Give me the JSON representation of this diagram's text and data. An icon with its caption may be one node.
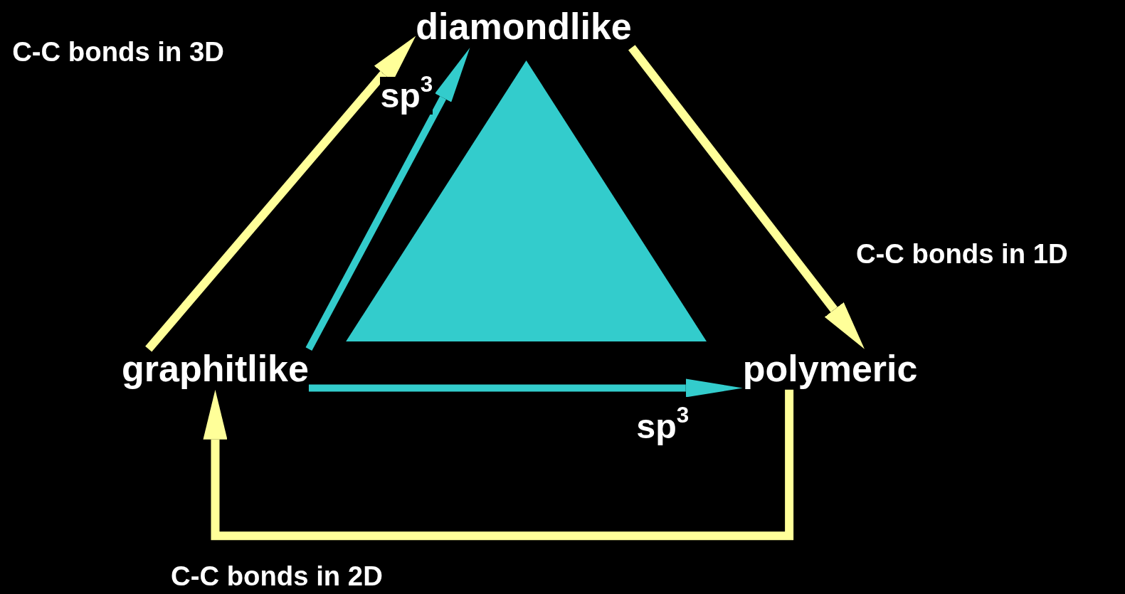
{
  "diagram": {
    "nodes": [
      {
        "text": [
          "diamondlike"
        ]
      },
      {
        "text": [
          "graphitlike"
        ]
      },
      {
        "text": [
          "polymeric"
        ]
      },
      {
        "text": [],
        "shape": "triangle"
      }
    ],
    "edges": [
      {
        "from": 1,
        "to": 0,
        "arrow": "to",
        "label": "C-C bonds in 3D"
      },
      {
        "from": 0,
        "to": 2,
        "arrow": "to",
        "label": "C-C bonds in 1D"
      },
      {
        "from": 2,
        "to": 1,
        "arrow": "to",
        "label": "C-C bonds in 2D"
      },
      {
        "from": 1,
        "to": 0,
        "arrow": "to",
        "label": "sp$^{3}$",
        "color": "#33cccc"
      },
      {
        "from": 1,
        "to": 2,
        "arrow": "to",
        "label": "sp$^{3}$",
        "color": "#33cccc"
      }
    ]
  }
}
